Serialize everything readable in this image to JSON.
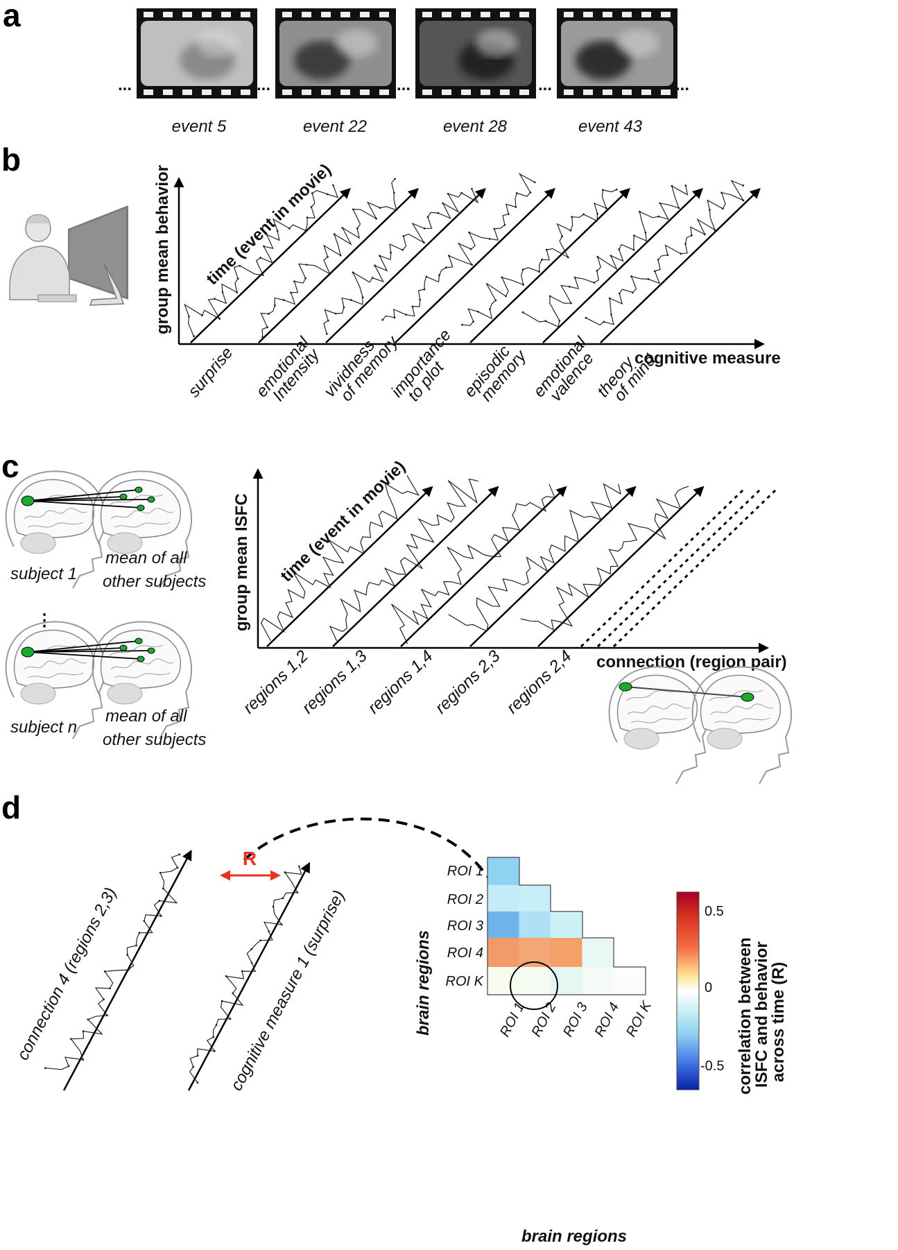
{
  "panels": {
    "a": "a",
    "b": "b",
    "c": "c",
    "d": "d"
  },
  "panel_a": {
    "events": [
      "event 5",
      "event 22",
      "event 28",
      "event 43"
    ],
    "ellipsis": "..."
  },
  "panel_b": {
    "y_label": "group mean behavior",
    "x_label": "cognitive measure",
    "time_label": "time (event in movie)",
    "measures": [
      [
        "surprise"
      ],
      [
        "emotional",
        "Intensity"
      ],
      [
        "vividness",
        "of memory"
      ],
      [
        "importance",
        "to plot"
      ],
      [
        "episodic",
        "memory"
      ],
      [
        "emotional",
        "valence"
      ],
      [
        "theory",
        "of mind"
      ]
    ]
  },
  "panel_c": {
    "y_label": "group mean ISFC",
    "x_label": "connection (region pair)",
    "time_label": "time (event in movie)",
    "pairs": [
      "regions 1,2",
      "regions 1,3",
      "regions 1,4",
      "regions 2,3",
      "regions 2,4"
    ],
    "subject_1": "subject 1",
    "subject_n": "subject n",
    "mean_label": [
      "mean of all",
      "other subjects"
    ],
    "dots": "⋮"
  },
  "panel_d": {
    "R_label": "R",
    "connection_label": "connection 4 (regions 2,3)",
    "measure_label": "cognitive measure 1 (surprise)",
    "axis_label": "brain regions",
    "rois": [
      "ROI 1",
      "ROI 2",
      "ROI 3",
      "ROI 4",
      "ROI K"
    ],
    "colorbar_label": [
      "correlation between",
      "ISFC and behavior",
      "across time (R)"
    ],
    "colorbar_ticks": [
      "0.5",
      "0",
      "-0.5"
    ],
    "colors": {
      "accent": "#e8321e",
      "green": "#1faa2e"
    }
  }
}
